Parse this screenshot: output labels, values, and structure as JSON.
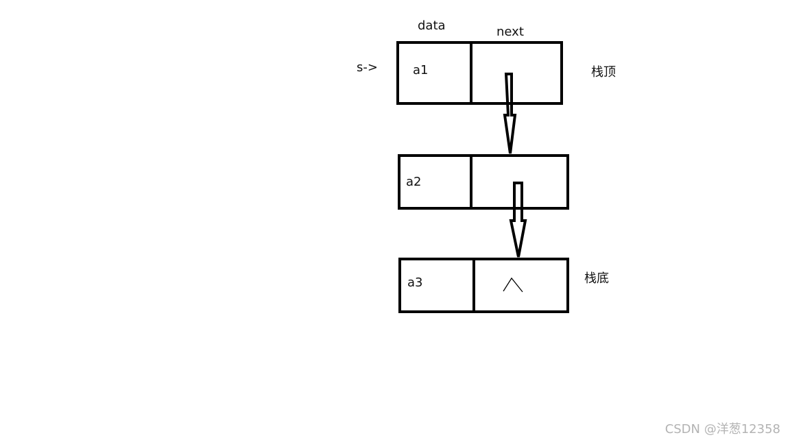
{
  "labels": {
    "data_header": "data",
    "next_header": "next",
    "pointer": "s->",
    "stack_top": "栈顶",
    "stack_bottom": "栈底"
  },
  "nodes": [
    {
      "data": "a1"
    },
    {
      "data": "a2"
    },
    {
      "data": "a3",
      "next": "^"
    }
  ],
  "watermark": "CSDN @洋葱12358"
}
